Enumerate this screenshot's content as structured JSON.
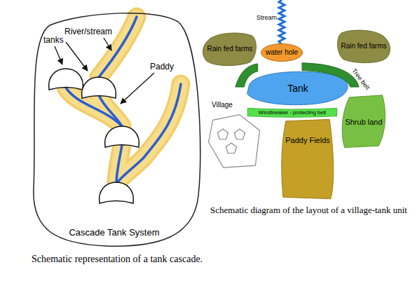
{
  "diagram": {
    "nodes": [
      {
        "text": [
          "Cascade Tank System"
        ]
      },
      {
        "text": [
          "Rain fed farms"
        ]
      },
      {
        "text": [
          "water hole"
        ]
      },
      {
        "text": [
          "Rain fed farms"
        ]
      },
      {
        "text": [
          "Tree belt"
        ]
      },
      {
        "text": [
          "Tank"
        ]
      },
      {
        "text": [
          "Village"
        ]
      },
      {
        "text": [
          "Windbreaker - protecting belt"
        ]
      },
      {
        "text": [
          "Shrub land"
        ]
      },
      {
        "text": [
          "Paddy Fields"
        ]
      }
    ],
    "labels": [
      "tanks",
      "River/stream",
      "Paddy",
      "Stream",
      "Schematic representation of a tank cascade.",
      "Schematic diagram of the layout of a village-tank unit"
    ]
  }
}
